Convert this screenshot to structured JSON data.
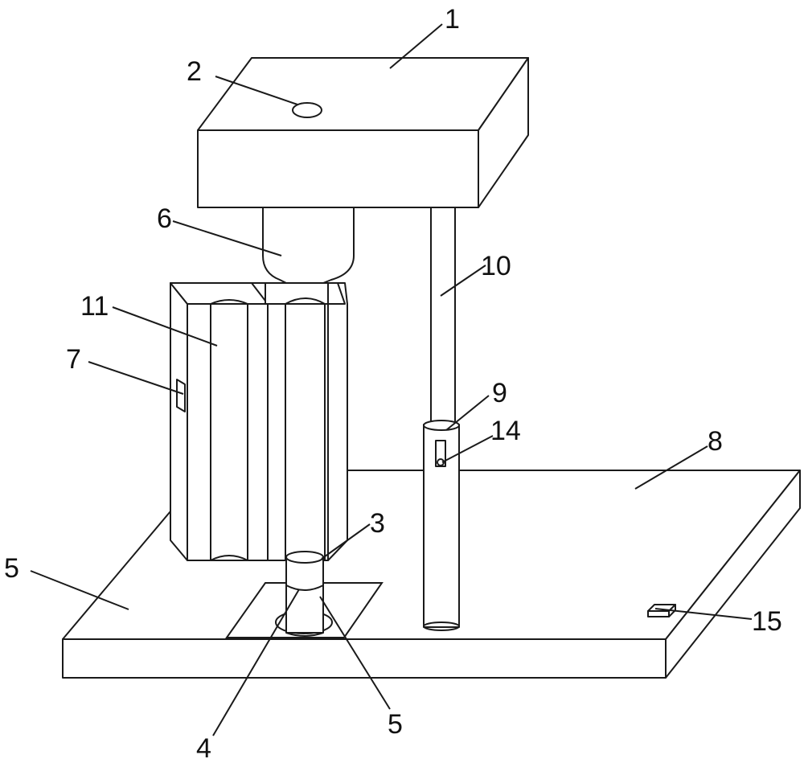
{
  "labels": {
    "l1": "1",
    "l2": "2",
    "l3": "3",
    "l4": "4",
    "l5_left": "5",
    "l5_bottom": "5",
    "l6": "6",
    "l7": "7",
    "l8": "8",
    "l9": "9",
    "l10": "10",
    "l11": "11",
    "l14": "14",
    "l15": "15"
  }
}
